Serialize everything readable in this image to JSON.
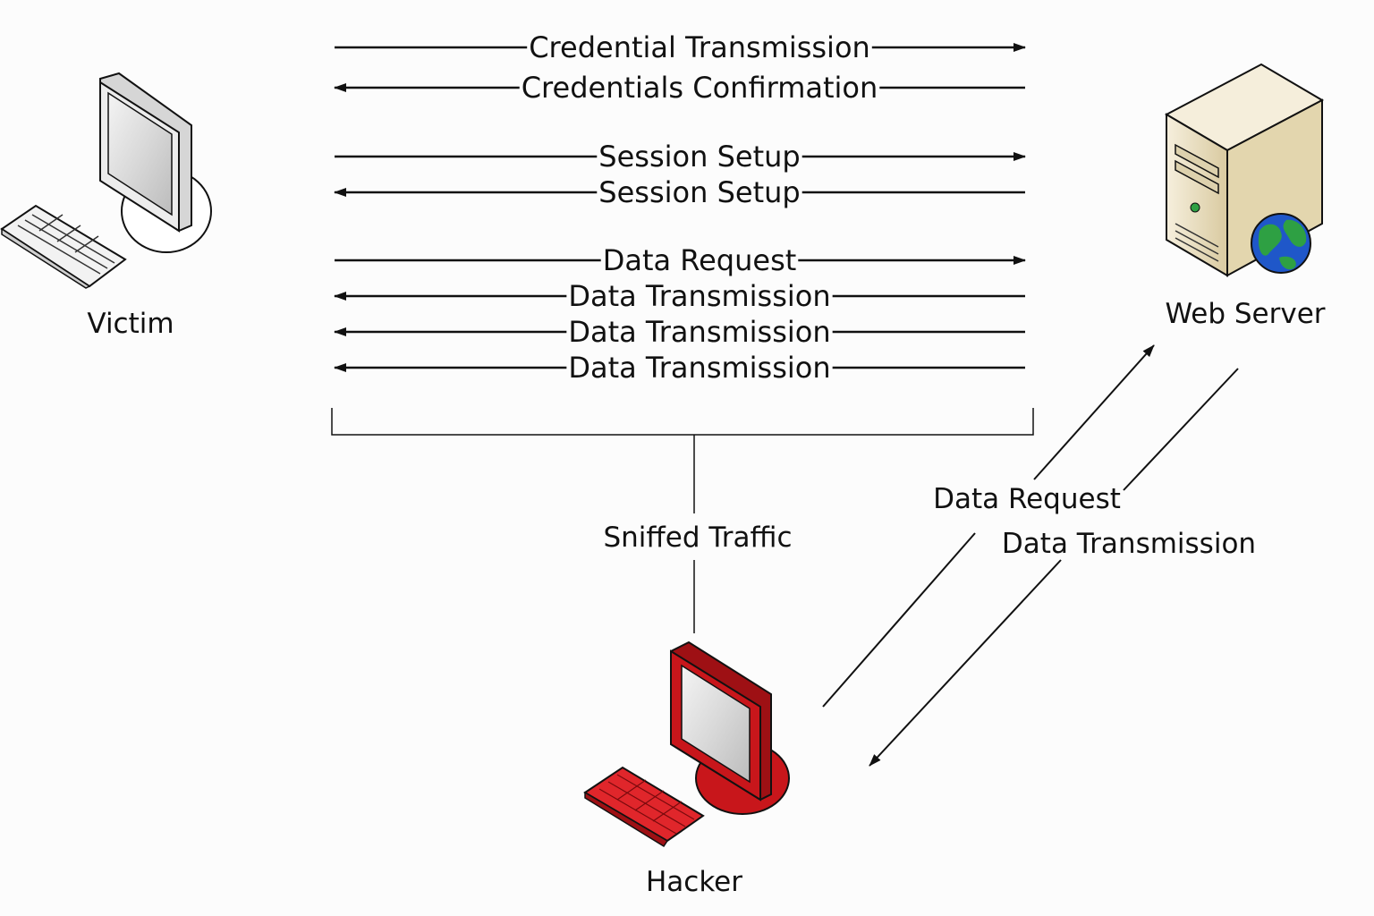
{
  "nodes": {
    "victim": {
      "label": "Victim",
      "icon": "victim-computer-icon"
    },
    "server": {
      "label": "Web Server",
      "icon": "web-server-icon"
    },
    "hacker": {
      "label": "Hacker",
      "icon": "hacker-computer-icon"
    }
  },
  "messages": [
    {
      "label": "Credential Transmission",
      "direction": "to-server"
    },
    {
      "label": "Credentials Confirmation",
      "direction": "to-victim"
    },
    {
      "label": "Session Setup",
      "direction": "to-server"
    },
    {
      "label": "Session Setup",
      "direction": "to-victim"
    },
    {
      "label": "Data Request",
      "direction": "to-server"
    },
    {
      "label": "Data Transmission",
      "direction": "to-victim"
    },
    {
      "label": "Data Transmission",
      "direction": "to-victim"
    },
    {
      "label": "Data Transmission",
      "direction": "to-victim"
    }
  ],
  "sniff": {
    "label": "Sniffed Traffic"
  },
  "hacker_links": {
    "request": {
      "label": "Data Request",
      "direction": "to-server"
    },
    "transmission": {
      "label": "Data Transmission",
      "direction": "to-hacker"
    }
  },
  "colors": {
    "line": "#111111",
    "hacker_red": "#c8161b",
    "monitor_gray": "#e6e6e6",
    "server_beige": "#e8dcbc",
    "globe_blue": "#1f57c9",
    "globe_green": "#2ea043",
    "background": "#fcfcfc"
  }
}
